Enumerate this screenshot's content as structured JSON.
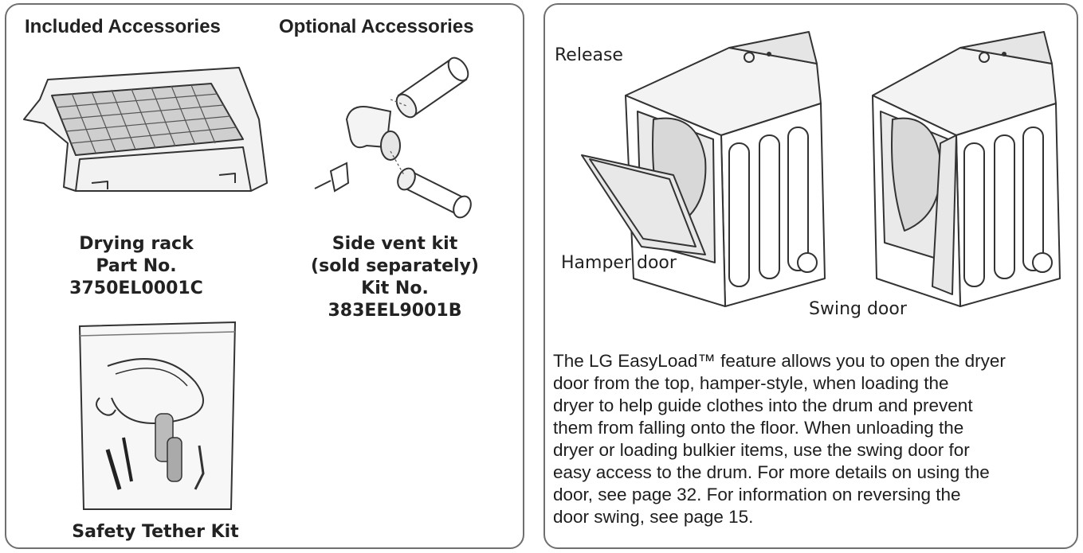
{
  "accessories": {
    "included_heading": "Included Accessories",
    "optional_heading": "Optional Accessories",
    "drying_rack": {
      "name": "Drying rack",
      "part_label": "Part No.",
      "part_number": "3750EL0001C"
    },
    "side_vent_kit": {
      "name": "Side vent kit",
      "note": "(sold separately)",
      "kit_label": "Kit No.",
      "kit_number": "383EEL9001B"
    },
    "safety_tether": {
      "name": "Safety Tether Kit"
    }
  },
  "easyload": {
    "release_label": "Release",
    "hamper_door_label": "Hamper door",
    "swing_door_label": "Swing door",
    "description_lines": [
      "The LG EasyLoad™ feature allows you to open the dryer",
      "door from the top, hamper-style, when loading the",
      "dryer to help guide clothes into the drum and prevent",
      "them from falling onto the floor. When unloading the",
      "dryer or loading bulkier items, use the swing door for",
      "easy access to the drum. For more details on using the",
      "door, see page 32. For information on reversing the",
      "door swing, see page 15."
    ]
  }
}
